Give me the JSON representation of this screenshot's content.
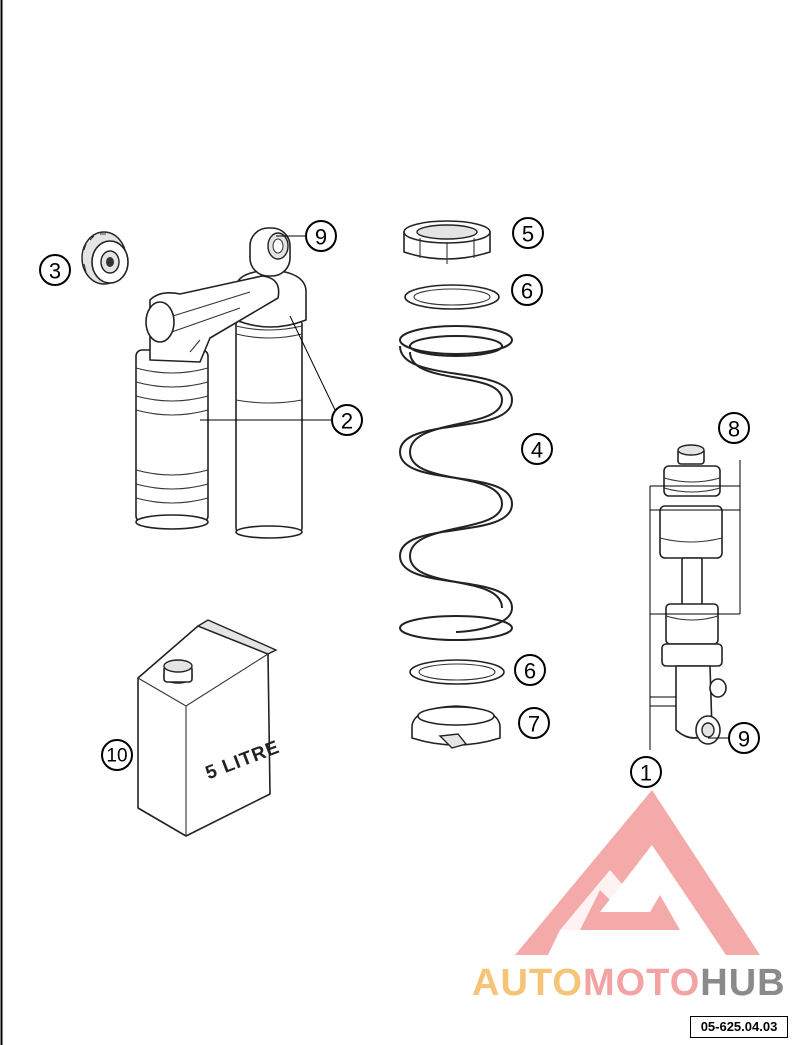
{
  "callouts": {
    "c1": "1",
    "c2": "2",
    "c3": "3",
    "c4": "4",
    "c5a": "5",
    "c6a": "6",
    "c6b": "6",
    "c7": "7",
    "c8": "8",
    "c9a": "9",
    "c9b": "9",
    "c10": "10"
  },
  "oil_can_label": "5 LITRE",
  "watermark": {
    "part1": "AUTO",
    "part2": "MOTO",
    "part3": "HUB",
    "color_triangle": "#f4a3a3",
    "color_auto": "#f6c477",
    "color_moto": "#f4a3a3",
    "color_hub": "#8a8a8a"
  },
  "diagram_ref": "05-625.04.03"
}
